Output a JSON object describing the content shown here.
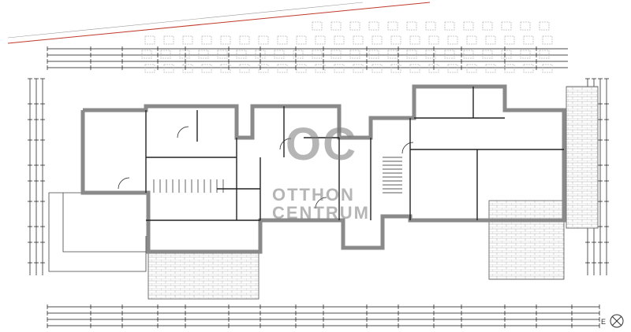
{
  "watermark": {
    "logo": "OC",
    "line1": "OTTHON",
    "line2": "CENTRUM"
  },
  "colors": {
    "wall": "#8a8a8a",
    "line": "#111111",
    "boundary": "#c0392b",
    "grid": "#bdbdbd",
    "brick": "#9a9a9a"
  },
  "compass": {
    "icon": "north-arrow-icon"
  }
}
